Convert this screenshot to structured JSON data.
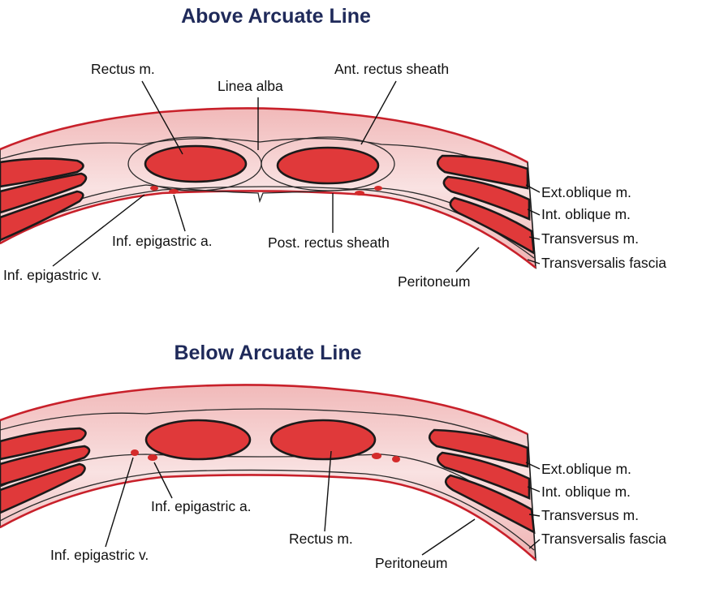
{
  "panels": {
    "above": {
      "title": "Above Arcuate Line",
      "labels": {
        "rectus_m": "Rectus m.",
        "linea_alba": "Linea alba",
        "ant_rectus_sheath": "Ant. rectus sheath",
        "ext_oblique": "Ext.oblique m.",
        "int_oblique": "Int. oblique m.",
        "transversus": "Transversus m.",
        "transversalis_fascia": "Transversalis fascia",
        "peritoneum": "Peritoneum",
        "post_rectus_sheath": "Post. rectus sheath",
        "inf_epigastric_a": "Inf. epigastric a.",
        "inf_epigastric_v": "Inf. epigastric v."
      }
    },
    "below": {
      "title": "Below Arcuate Line",
      "labels": {
        "ext_oblique": "Ext.oblique m.",
        "int_oblique": "Int. oblique m.",
        "transversus": "Transversus m.",
        "transversalis_fascia": "Transversalis fascia",
        "peritoneum": "Peritoneum",
        "rectus_m": "Rectus m.",
        "inf_epigastric_a": "Inf. epigastric a.",
        "inf_epigastric_v": "Inf. epigastric v."
      }
    }
  },
  "colors": {
    "title": "#1f2a5a",
    "muscle": "#e0393a",
    "tissue_pink": "#f3c9c9",
    "serosa_red": "#c8202a"
  }
}
